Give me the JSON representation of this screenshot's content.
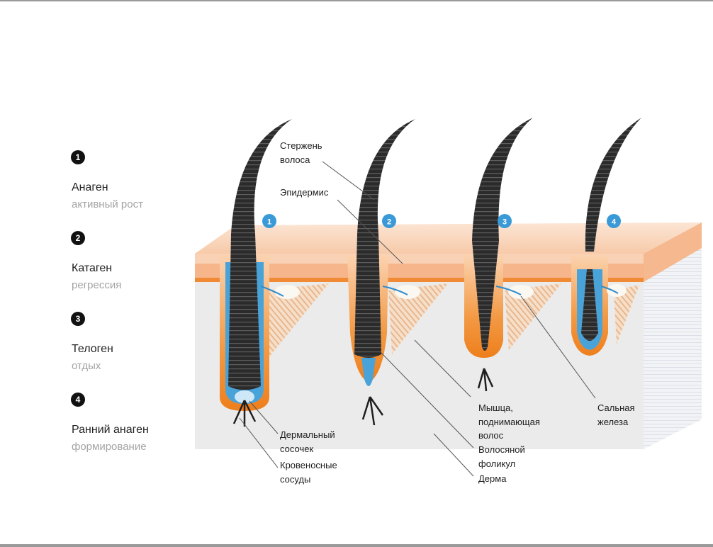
{
  "stages": [
    {
      "number": "1",
      "title": "Анаген",
      "subtitle": "активный рост"
    },
    {
      "number": "2",
      "title": "Катаген",
      "subtitle": "регрессия"
    },
    {
      "number": "3",
      "title": "Телоген",
      "subtitle": "отдых"
    },
    {
      "number": "4",
      "title": "Ранний анаген",
      "subtitle": "формирование"
    }
  ],
  "labels": {
    "hair_shaft": [
      "Стержень",
      "волоса"
    ],
    "epidermis": [
      "Эпидермис"
    ],
    "dermal_papilla": [
      "Дермальный",
      "сосочек"
    ],
    "blood_vessels": [
      "Кровеносные",
      "сосуды"
    ],
    "arrector_muscle": [
      "Мышца,",
      "поднимающая",
      "волос"
    ],
    "follicle": [
      "Волосяной",
      "фоликул"
    ],
    "dermis": [
      "Дерма"
    ],
    "sebaceous_gland": [
      "Сальная",
      "железа"
    ]
  },
  "colors": {
    "hair": "#2a2a2a",
    "epidermis_top": "#fbe0cc",
    "epidermis_band": "#f3a778",
    "follicle": "#f08a24",
    "papilla": "#4aa3d8",
    "dermis": "#eaeaea",
    "badge": "#3a9ad8"
  }
}
